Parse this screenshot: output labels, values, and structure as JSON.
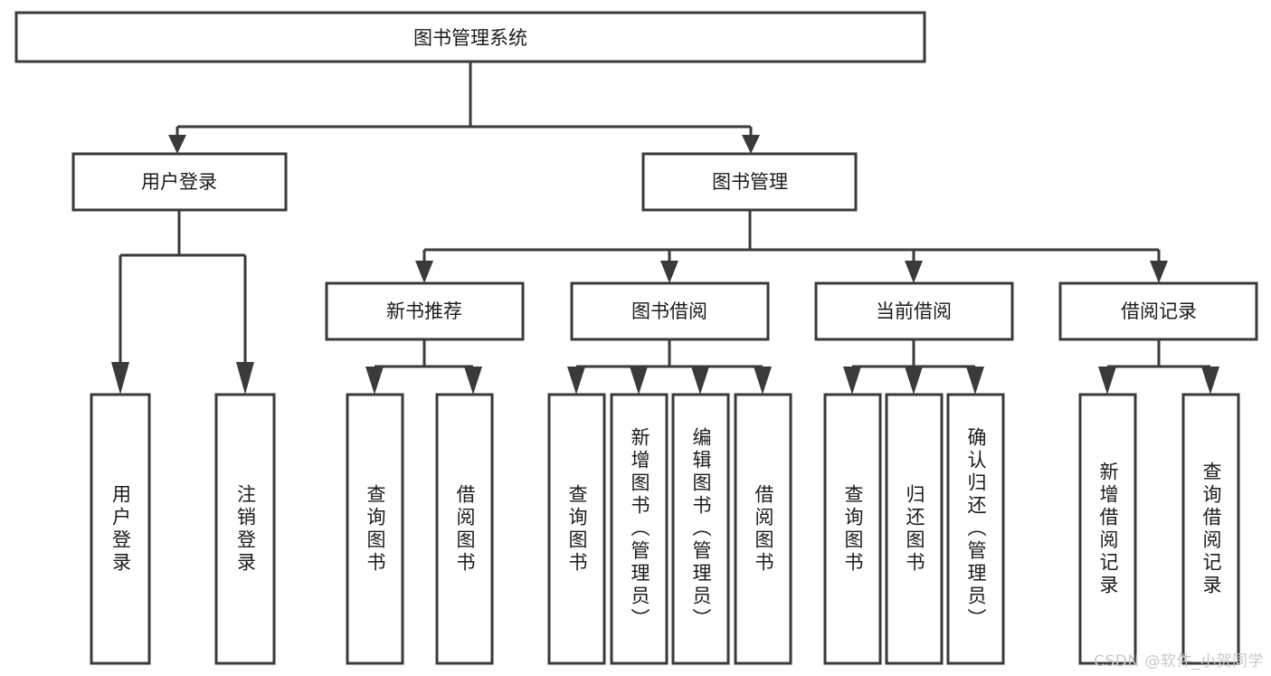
{
  "diagram": {
    "type": "tree-hierarchy",
    "title": "图书管理系统",
    "orientation": "top-down",
    "colors": {
      "box_stroke": "#3a3a3a",
      "box_fill": "#ffffff",
      "text": "#1b1b1b",
      "background": "#ffffff",
      "watermark": "#c9c9c9"
    },
    "root": {
      "label": "图书管理系统"
    },
    "level2": [
      {
        "label": "用户登录"
      },
      {
        "label": "图书管理"
      }
    ],
    "level3": [
      {
        "label": "新书推荐"
      },
      {
        "label": "图书借阅"
      },
      {
        "label": "当前借阅"
      },
      {
        "label": "借阅记录"
      }
    ],
    "leaves": {
      "user_login": [
        {
          "label": "用户登录"
        },
        {
          "label": "注销登录"
        }
      ],
      "new_book_recommend": [
        {
          "label": "查询图书"
        },
        {
          "label": "借阅图书"
        }
      ],
      "book_borrow": [
        {
          "label": "查询图书"
        },
        {
          "label": "新增图书（管理员）"
        },
        {
          "label": "编辑图书（管理员）"
        },
        {
          "label": "借阅图书"
        }
      ],
      "current_borrow": [
        {
          "label": "查询图书"
        },
        {
          "label": "归还图书"
        },
        {
          "label": "确认归还（管理员）"
        }
      ],
      "borrow_record": [
        {
          "label": "新增借阅记录"
        },
        {
          "label": "查询借阅记录"
        }
      ]
    }
  },
  "watermark": {
    "text": "CSDN @软件_小贺同学"
  }
}
